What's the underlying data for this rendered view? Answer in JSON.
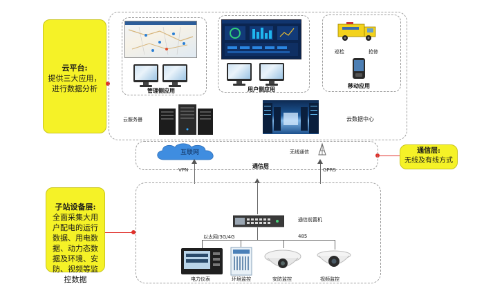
{
  "left_boxes": {
    "cloud_platform": {
      "title": "云平台:",
      "body": "提供三大应用，进行数据分析"
    },
    "substation_layer": {
      "title": "子站设备层:",
      "body": "全面采集大用户配电的运行数据、用电数据、动力态数据及环境、安防、视频等监控数据"
    }
  },
  "right_box": {
    "title": "通信层:",
    "body": "无线及有线方式"
  },
  "cloud": {
    "management_app": "管理侧应用",
    "user_app": "用户侧应用",
    "inspection": "巡检",
    "repair": "抢修",
    "mobile_app": "移动应用",
    "cloud_server": "云服务器",
    "data_center": "云数据中心"
  },
  "comm": {
    "internet": "互联网",
    "layer": "通信层",
    "wireless": "无线通信",
    "vpn": "VPN",
    "gprs": "GPRS"
  },
  "devices": {
    "front_end": "通信前置机",
    "ethernet": "以太网/3G/4G",
    "rs485": "485",
    "power_meter": "电力仪表",
    "env_monitor": "环境监控",
    "security": "安防监控",
    "video": "视频监控"
  }
}
